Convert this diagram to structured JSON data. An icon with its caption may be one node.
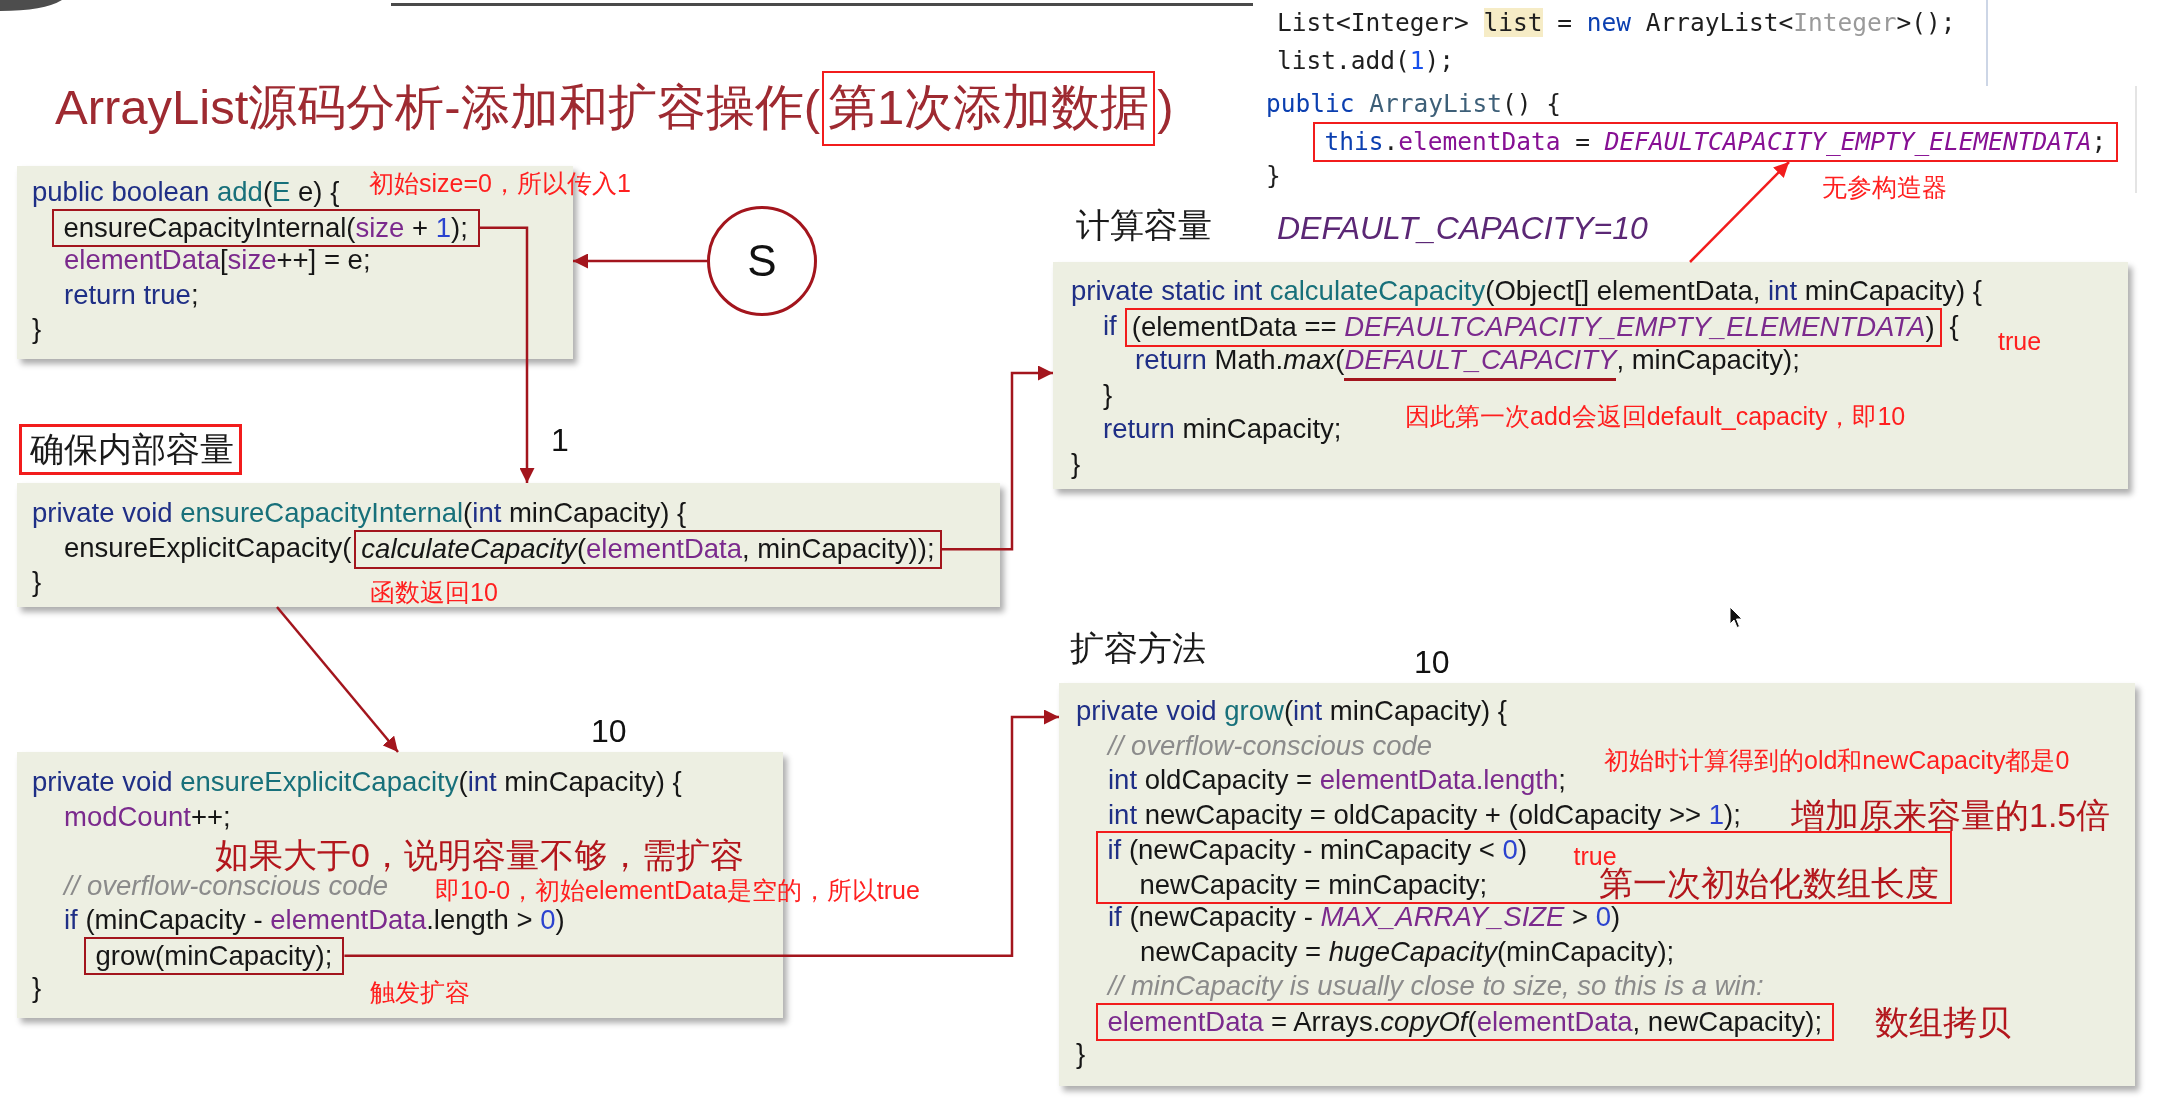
{
  "diagram": {
    "title": "ArrayList源码分析-添加和扩容操作(第1次添加数据)",
    "nodes": [
      {
        "text": [],
        "shape": "box"
      },
      {
        "text": [
          "List<Integer> list = new ArrayList<Integer>();",
          "list.add(1);"
        ]
      },
      {
        "text": [
          "public ArrayList() {",
          "}"
        ]
      },
      {
        "text": [
          "this.elementData = *DEFAULTCAPACITY_EMPTY_ELEMENTDATA*;"
        ],
        "in": 2,
        "beside": [
          "无参构造器"
        ]
      },
      {
        "text": [
          "public boolean add(E e) {",
          "elementData[size++] = e;",
          "return true;",
          "}"
        ]
      },
      {
        "text": [
          "ensureCapacityInternal(size + 1);"
        ],
        "in": 4,
        "beside": [
          "初始size=0，所以传入1"
        ]
      },
      {
        "text": [
          "S"
        ]
      },
      {
        "text": [
          "计算容量",
          "private static int calculateCapacity(Object[] elementData, int minCapacity) {",
          "if",
          "{",
          "true",
          "return Math.*max*(*DEFAULT_CAPACITY*, minCapacity);",
          "}",
          "return minCapacity;",
          "}"
        ]
      },
      {
        "text": [
          "(elementData == *DEFAULTCAPACITY_EMPTY_ELEMENTDATA*)"
        ],
        "in": 7
      },
      {
        "text": [
          "确保内部容量"
        ]
      },
      {
        "text": [
          "private void ensureCapacityInternal(int minCapacity) {",
          "ensureExplicitCapacity(",
          "}"
        ]
      },
      {
        "text": [
          "*calculateCapacity*(elementData, minCapacity));"
        ],
        "in": 10,
        "beside": [
          "函数返回10"
        ]
      },
      {
        "text": [
          "private void ensureExplicitCapacity(int minCapacity) {",
          "modCount++;",
          "// overflow-conscious code",
          "if (minCapacity - elementData.length > 0)",
          "}"
        ]
      },
      {
        "text": [
          "grow(minCapacity);"
        ],
        "in": 12,
        "beside": [
          "触发扩容"
        ]
      },
      {
        "text": [
          "扩容方法",
          "private void grow(int minCapacity) {",
          "// overflow-conscious code",
          "int oldCapacity = elementData.length;",
          "int newCapacity = oldCapacity + (oldCapacity >> 1);",
          "if (newCapacity - *MAX_ARRAY_SIZE* > 0)",
          "newCapacity = *hugeCapacity*(minCapacity);",
          "// minCapacity is usually close to size, so this is a win:",
          "}"
        ]
      },
      {
        "text": [
          "if (newCapacity - minCapacity < 0)",
          "true",
          "newCapacity = minCapacity;",
          "第一次初始化数组长度"
        ],
        "in": 14
      },
      {
        "text": [
          "elementData = Arrays.*copyOf*(elementData, newCapacity);"
        ],
        "in": 14,
        "beside": [
          "数组拷贝"
        ]
      }
    ],
    "edges": [
      {
        "from": 6,
        "to": 4,
        "arrow": "to"
      },
      {
        "from": 5,
        "to": 10,
        "arrow": "to",
        "label": "1"
      },
      {
        "from": 11,
        "to": 7,
        "arrow": "to"
      },
      {
        "from": 10,
        "to": 12,
        "arrow": "to"
      },
      {
        "from": 13,
        "to": 14,
        "arrow": "to"
      },
      {
        "from": 7,
        "to": 3,
        "arrow": "to",
        "color": "#f21c1c"
      }
    ],
    "labels": [
      "DEFAULT_CAPACITY=10",
      "因此第一次add会返回default_capacity，即10",
      "10",
      "10",
      "初始时计算得到的old和newCapacity都是0",
      "增加原来容量的1.5倍",
      "如果大于0，说明容量不够，需扩容",
      "即10-0，初始elementData是空的，所以true"
    ]
  }
}
